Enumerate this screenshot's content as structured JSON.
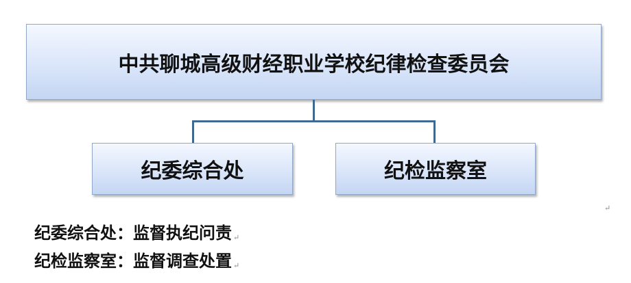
{
  "diagram": {
    "root": {
      "label": "中共聊城高级财经职业学校纪律检查委员会"
    },
    "children": [
      {
        "label": "纪委综合处"
      },
      {
        "label": "纪检监察室"
      }
    ]
  },
  "notes": [
    {
      "text": "纪委综合处：监督执纪问责"
    },
    {
      "text": "纪检监察室：监督调查处置"
    }
  ],
  "marks": {
    "paragraph": "↵"
  },
  "colors": {
    "box_gradient_top": "#f4f8ff",
    "box_gradient_bottom": "#c4d6f3",
    "box_border": "#8fa7c8",
    "connector": "#3e6a91"
  }
}
